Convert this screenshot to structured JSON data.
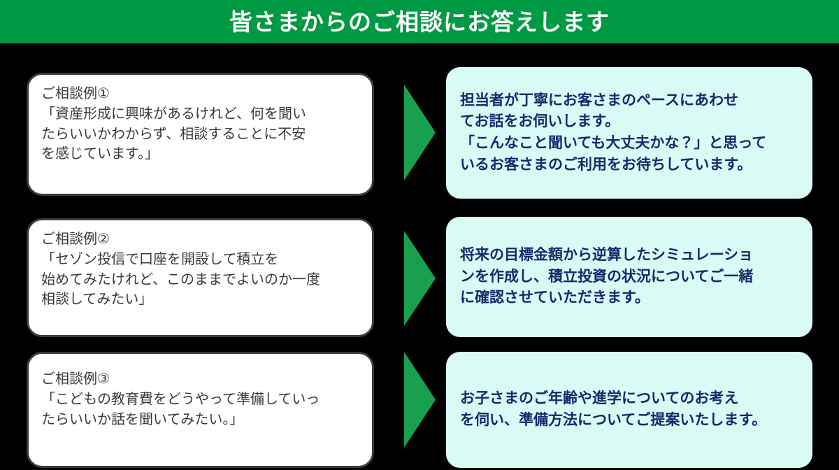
{
  "header": {
    "title": "皆さまからのご相談にお答えします",
    "background_color": "#009944",
    "text_color": "#ffffff"
  },
  "colors": {
    "page_background": "#000000",
    "banner_green": "#009944",
    "arrow_green": "#19a04e",
    "question_card_background": "#ffffff",
    "question_card_border": "#3b3b3b",
    "question_text": "#3a3a3a",
    "answer_card_background": "#d9faf5",
    "answer_text": "#17286e"
  },
  "rows": [
    {
      "question": {
        "label": "ご相談例①",
        "text": "「資産形成に興味があるけれど、何を聞い\nたらいいかわからず、相談することに不安\nを感じています。」"
      },
      "arrow": {
        "icon": "right-triangle-arrow-icon",
        "color": "#19a04e"
      },
      "answer": {
        "text": "担当者が丁寧にお客さまのペースにあわせ\nてお話をお伺いします。\n「こんなこと聞いても大丈夫かな？」と思って\nいるお客さまのご利用をお待ちしています。"
      }
    },
    {
      "question": {
        "label": "ご相談例②",
        "text": "「セゾン投信で口座を開設して積立を\n始めてみたけれど、このままでよいのか一度\n相談してみたい」"
      },
      "arrow": {
        "icon": "right-triangle-arrow-icon",
        "color": "#19a04e"
      },
      "answer": {
        "text": "将来の目標金額から逆算したシミュレーショ\nンを作成し、積立投資の状況についてご一緒\nに確認させていただきます。"
      }
    },
    {
      "question": {
        "label": "ご相談例③",
        "text": "「こどもの教育費をどうやって準備していっ\nたらいいか話を聞いてみたい。」"
      },
      "arrow": {
        "icon": "right-triangle-arrow-icon",
        "color": "#19a04e"
      },
      "answer": {
        "text": "お子さまのご年齢や進学についてのお考え\nを伺い、準備方法についてご提案いたします。"
      }
    }
  ]
}
